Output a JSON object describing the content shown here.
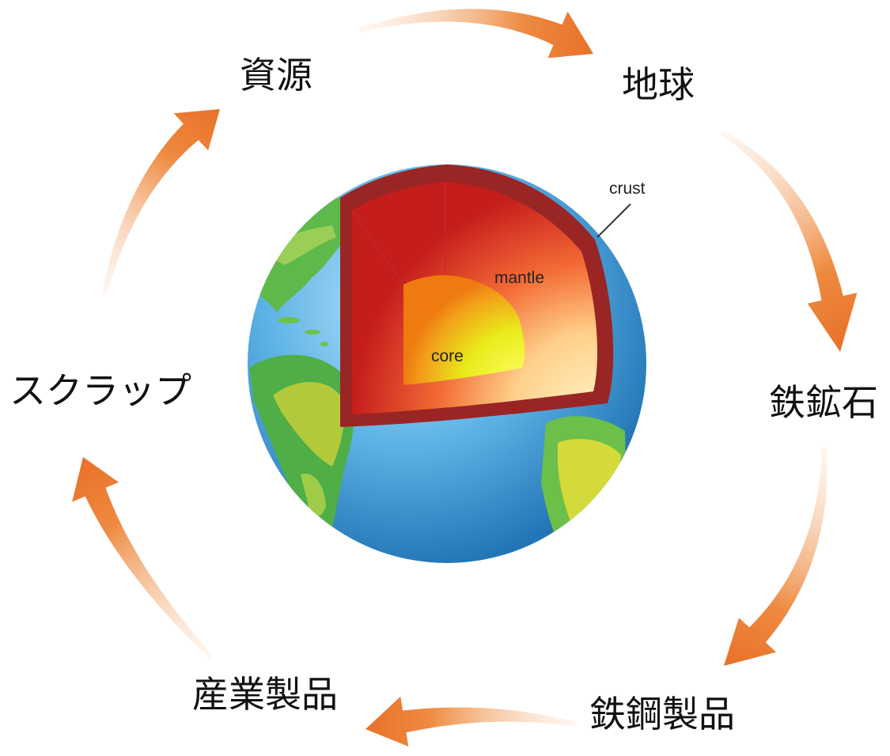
{
  "cycle": {
    "stages": [
      "資源",
      "地球",
      "鉄鉱石",
      "鉄鋼製品",
      "産業製品",
      "スクラップ"
    ]
  },
  "earth": {
    "layer_labels": {
      "crust": "crust",
      "mantle": "mantle",
      "core": "core"
    }
  },
  "colors": {
    "arrow_dark": "#ec7a2c",
    "arrow_light": "#fbe3d0",
    "ocean": "#3b9ad6",
    "land_green": "#6cc24a",
    "land_yellow": "#e6d93a",
    "crust": "#a52a2a",
    "mantle": "#e8432a",
    "core": "#f2f020"
  }
}
